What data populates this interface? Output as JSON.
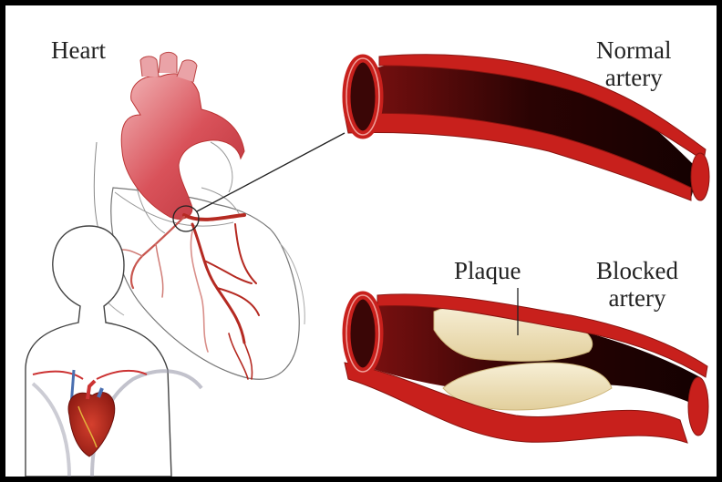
{
  "labels": {
    "heart": "Heart",
    "normal_artery": [
      "Normal",
      "artery"
    ],
    "blocked_artery": [
      "Blocked",
      "artery"
    ],
    "plaque": "Plaque"
  },
  "colors": {
    "artery_wall": "#c8201c",
    "artery_lumen": "#3a0606",
    "aorta": "#d9525a",
    "plaque": "#efe3bf",
    "outline": "#555555"
  }
}
